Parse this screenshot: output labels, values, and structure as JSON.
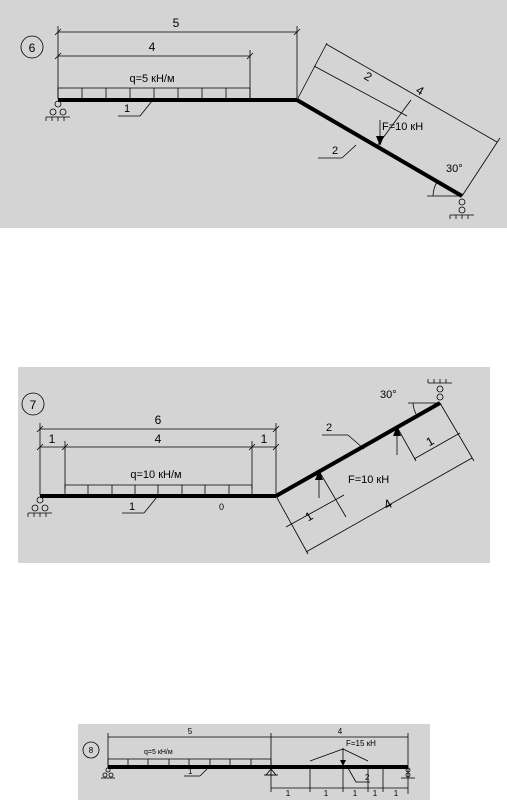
{
  "problems": [
    {
      "number": "6",
      "dims": {
        "total": "5",
        "load_len": "4",
        "incl_total": "4",
        "incl_part": "2"
      },
      "load_label": "q=5 кН/м",
      "force_label": "F=10 кН",
      "angle_label": "30°",
      "member_labels": [
        "1",
        "2"
      ]
    },
    {
      "number": "7",
      "dims": {
        "total": "6",
        "left": "1",
        "mid": "4",
        "right": "1",
        "incl_total": "4",
        "incl_a": "1",
        "incl_b": "1"
      },
      "load_label": "q=10 кН/м",
      "force_label": "F=10 кН",
      "angle_label": "30°",
      "member_labels": [
        "1",
        "2"
      ],
      "point_label": "0"
    },
    {
      "number": "8",
      "dims": {
        "left_total": "5",
        "right_total": "4",
        "seg": [
          "1",
          "1",
          "1",
          "1",
          "1"
        ]
      },
      "load_label": "q=5 кН/м",
      "force_label": "F=15 кН",
      "member_labels": [
        "1",
        "2"
      ]
    }
  ]
}
